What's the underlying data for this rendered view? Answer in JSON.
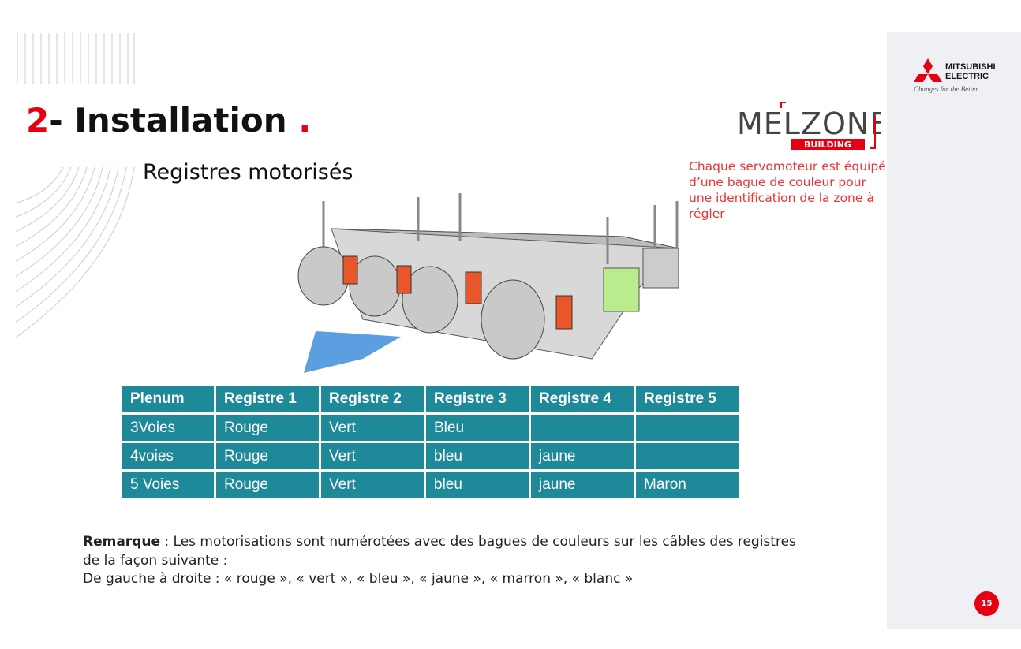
{
  "title": {
    "number": "2",
    "text": "- Installation",
    "dot": "."
  },
  "subtitle": "Registres motorisés",
  "note": "Chaque servomoteur est équipé d’une bague de couleur pour une identification de la zone à régler",
  "logos": {
    "melzone": "MELZONE",
    "melzone_sub": "BUILDING",
    "brand_line1": "MITSUBISHI",
    "brand_line2": "ELECTRIC",
    "tagline": "Changes for the Better"
  },
  "table": {
    "headers": [
      "Plenum",
      "Registre 1",
      "Registre 2",
      "Registre 3",
      "Registre 4",
      "Registre 5"
    ],
    "rows": [
      [
        "3Voies",
        "Rouge",
        "Vert",
        "Bleu",
        "",
        ""
      ],
      [
        "4voies",
        "Rouge",
        "Vert",
        "bleu",
        "jaune",
        ""
      ],
      [
        "5 Voies",
        "Rouge",
        "Vert",
        "bleu",
        "jaune",
        "Maron"
      ]
    ]
  },
  "remark": {
    "label": "Remarque",
    "line1": " : Les motorisations sont numérotées avec des bagues de couleurs sur les câbles des registres",
    "line2": "de la façon suivante :",
    "line3": "De gauche à droite : « rouge », « vert », « bleu », « jaune », « marron », « blanc »"
  },
  "page_number": "15",
  "colors": {
    "accent": "#e60012",
    "table": "#1e8a99"
  }
}
